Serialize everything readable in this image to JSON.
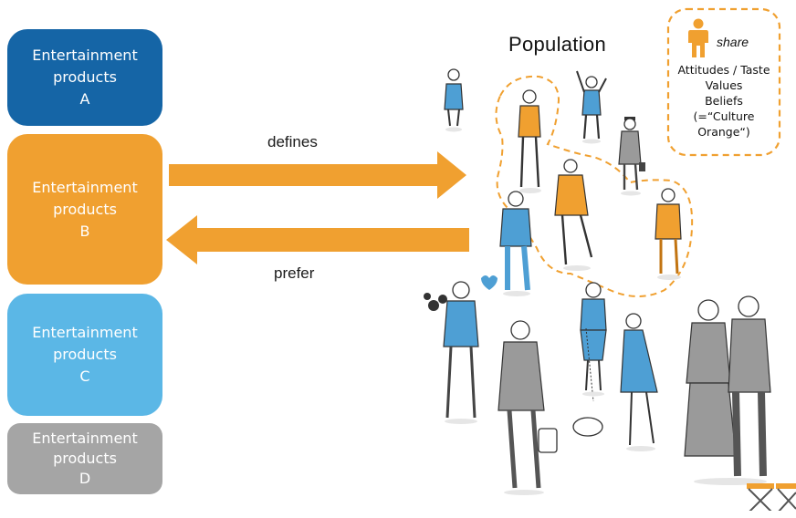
{
  "boxes": [
    {
      "id": "a",
      "line1": "Entertainment",
      "line2": "products",
      "line3": "A",
      "color": "#1565a6"
    },
    {
      "id": "b",
      "line1": "Entertainment",
      "line2": "products",
      "line3": "B",
      "color": "#f0a030"
    },
    {
      "id": "c",
      "line1": "Entertainment",
      "line2": "products",
      "line3": "C",
      "color": "#5bb7e6"
    },
    {
      "id": "d",
      "line1": "Entertainment",
      "line2": "products",
      "line3": "D",
      "color": "#a5a5a5"
    }
  ],
  "arrows": {
    "defines_label": "defines",
    "prefer_label": "prefer",
    "color": "#f0a030"
  },
  "population": {
    "title": "Population"
  },
  "legend": {
    "share_label": "share",
    "line1": "Attitudes / Taste",
    "line2": "Values",
    "line3": "Beliefs",
    "line4": "(=“Culture",
    "line5": "Orange“)",
    "icon": "person-icon"
  },
  "colors": {
    "orange": "#f0a030",
    "blue": "#4e9fd4",
    "grey": "#9a9a9a"
  }
}
